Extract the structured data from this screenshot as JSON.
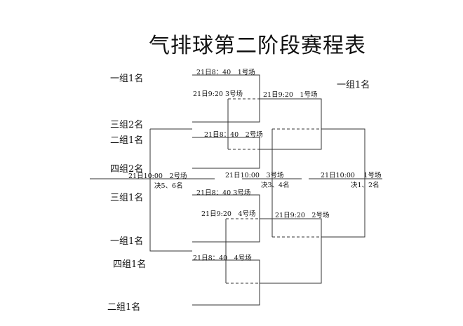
{
  "title": "气排球第二阶段赛程表",
  "teams": {
    "top_1": "一组1名",
    "top_2": "三组2名",
    "top_3": "二组1名",
    "top_4": "四组2名",
    "bot_1": "三组1名",
    "bot_2": "一组1名",
    "bot_3": "四组1名",
    "bot_4": "二组1名",
    "right_seed": "一组1名"
  },
  "matches": {
    "r1_m1": "21日8：40　1号场",
    "r1_m2": "21日8：40　2号场",
    "r1_m3": "21日8：40 3号场",
    "r1_m4": "21日8：40　4号场",
    "r2_m1": "21日9:20 3号场",
    "r2_m2": "21日9:20　4号场",
    "r3_top": "21日9:20　1号场",
    "r3_bot": "21日9:20　2号场",
    "place_5_6": "21日10:00　2号场",
    "place_3_4": "21日10:00　3号场",
    "final": "21日10:00　 1号场"
  },
  "placements": {
    "p56": "决5、6名",
    "p34": "决3、4名",
    "p12": "决1、2名"
  }
}
